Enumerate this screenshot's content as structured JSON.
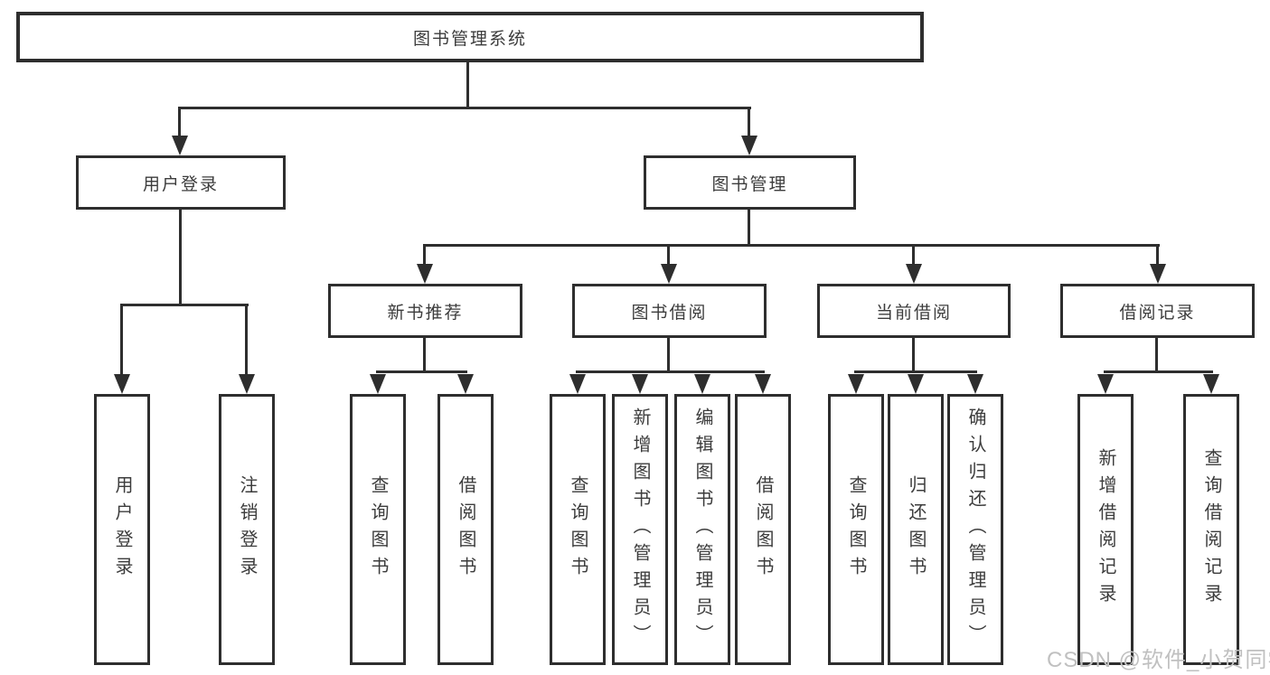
{
  "diagram": {
    "title": "图书管理系统",
    "line_color": "#2e2e2e",
    "text_color": "#3c3c3c",
    "nodes": [
      {
        "id": "root",
        "label": "图书管理系统"
      },
      {
        "id": "user-login-branch",
        "label": "用户登录"
      },
      {
        "id": "book-management",
        "label": "图书管理"
      },
      {
        "id": "new-book-recommend",
        "label": "新书推荐"
      },
      {
        "id": "book-borrow",
        "label": "图书借阅"
      },
      {
        "id": "current-borrow",
        "label": "当前借阅"
      },
      {
        "id": "borrow-records",
        "label": "借阅记录"
      },
      {
        "id": "leaf-user-login",
        "label": "用户登录"
      },
      {
        "id": "leaf-logout",
        "label": "注销登录"
      },
      {
        "id": "leaf-query-books-1",
        "label": "查询图书"
      },
      {
        "id": "leaf-borrow-book-1",
        "label": "借阅图书"
      },
      {
        "id": "leaf-query-books-2",
        "label": "查询图书"
      },
      {
        "id": "leaf-add-book-admin",
        "label": "新增图书（管理员）"
      },
      {
        "id": "leaf-edit-book-admin",
        "label": "编辑图书（管理员）"
      },
      {
        "id": "leaf-borrow-book-2",
        "label": "借阅图书"
      },
      {
        "id": "leaf-query-books-3",
        "label": "查询图书"
      },
      {
        "id": "leaf-return-book",
        "label": "归还图书"
      },
      {
        "id": "leaf-confirm-return",
        "label": "确认归还（管理员）"
      },
      {
        "id": "leaf-add-borrow-record",
        "label": "新增借阅记录"
      },
      {
        "id": "leaf-query-borrow-record",
        "label": "查询借阅记录"
      }
    ],
    "hierarchy": {
      "图书管理系统": {
        "用户登录": [
          "用户登录",
          "注销登录"
        ],
        "图书管理": {
          "新书推荐": [
            "查询图书",
            "借阅图书"
          ],
          "图书借阅": [
            "查询图书",
            "新增图书（管理员）",
            "编辑图书（管理员）",
            "借阅图书"
          ],
          "当前借阅": [
            "查询图书",
            "归还图书",
            "确认归还（管理员）"
          ],
          "借阅记录": [
            "新增借阅记录",
            "查询借阅记录"
          ]
        }
      }
    }
  },
  "watermark": {
    "text": "CSDN @软件_小贺同学",
    "color": "#c0c0c0"
  }
}
